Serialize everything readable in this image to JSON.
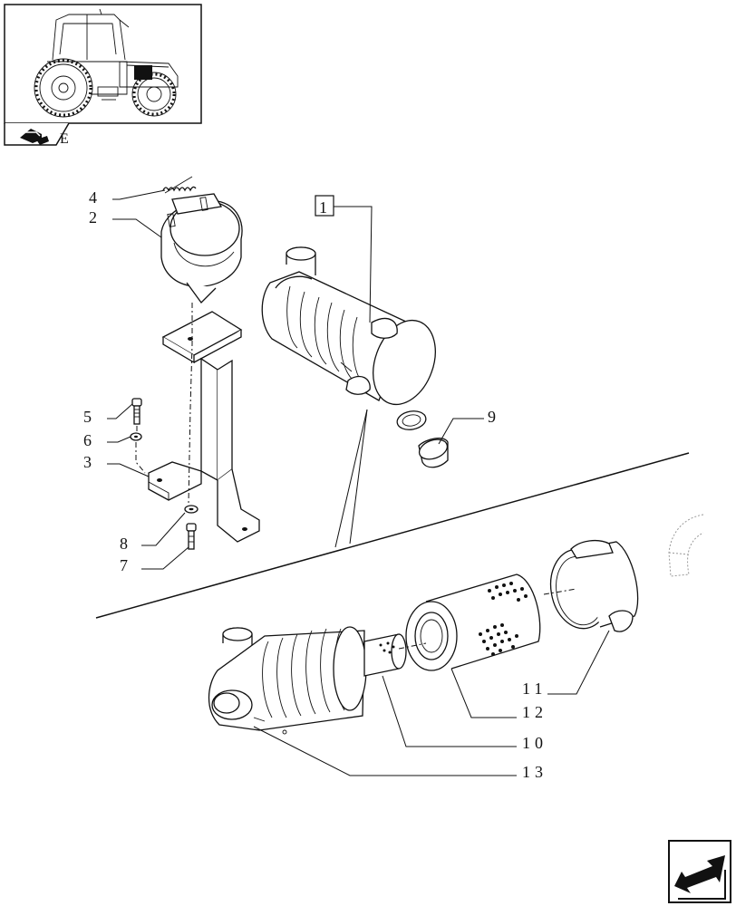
{
  "thumbnail": {
    "tab_glyph": "E"
  },
  "callouts": {
    "c1": "1",
    "c2": "2",
    "c3": "3",
    "c4": "4",
    "c5": "5",
    "c6": "6",
    "c7": "7",
    "c8": "8",
    "c9": "9",
    "c10": "10",
    "c11": "11",
    "c12": "12",
    "c13": "13"
  },
  "icons": {
    "thumbnail_tab": "tractor-section-icon",
    "nav": "previous-arrow-icon"
  }
}
